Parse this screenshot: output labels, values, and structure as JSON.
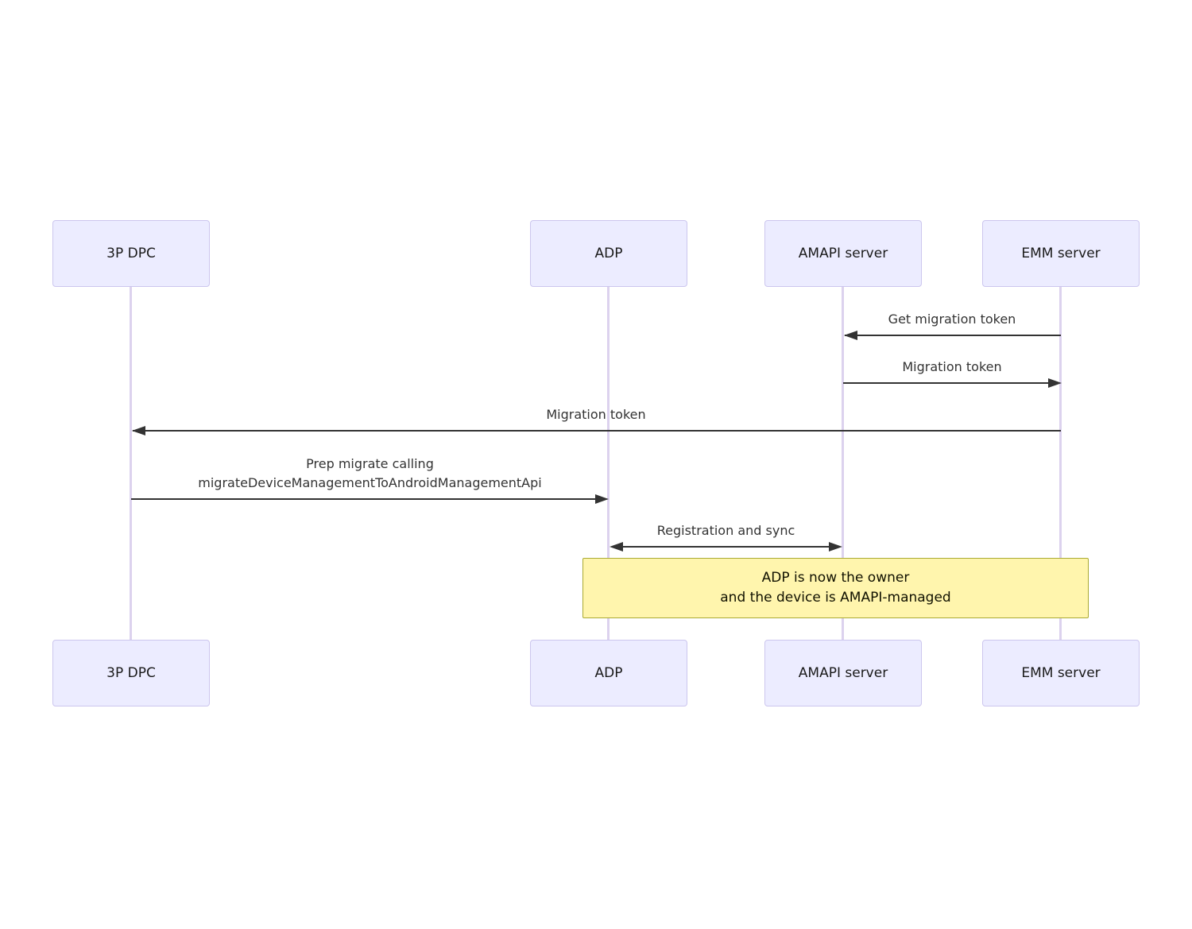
{
  "diagram": {
    "type": "sequence-diagram",
    "actors": [
      {
        "id": "3p-dpc",
        "label": "3P DPC"
      },
      {
        "id": "adp",
        "label": "ADP"
      },
      {
        "id": "amapi-server",
        "label": "AMAPI server"
      },
      {
        "id": "emm-server",
        "label": "EMM server"
      }
    ],
    "messages": [
      {
        "from": "emm-server",
        "to": "amapi-server",
        "direction": "left",
        "label": "Get migration token"
      },
      {
        "from": "amapi-server",
        "to": "emm-server",
        "direction": "right",
        "label": "Migration token"
      },
      {
        "from": "emm-server",
        "to": "3p-dpc",
        "direction": "left",
        "label": "Migration token"
      },
      {
        "from": "3p-dpc",
        "to": "adp",
        "direction": "right",
        "label": "Prep migrate calling\nmigrateDeviceManagementToAndroidManagementApi"
      },
      {
        "from": "adp",
        "to": "amapi-server",
        "direction": "both",
        "label": "Registration and sync"
      }
    ],
    "note": {
      "over": [
        "adp",
        "emm-server"
      ],
      "text": "ADP is now the owner\nand the device is AMAPI-managed"
    },
    "colors": {
      "actor_fill": "#ECECFF",
      "actor_border": "#CCC6EE",
      "lifeline": "#DCD2EE",
      "note_fill": "#FFF5AD",
      "note_border": "#AAAA33",
      "arrow": "#333333",
      "message_text": "#333333"
    }
  }
}
